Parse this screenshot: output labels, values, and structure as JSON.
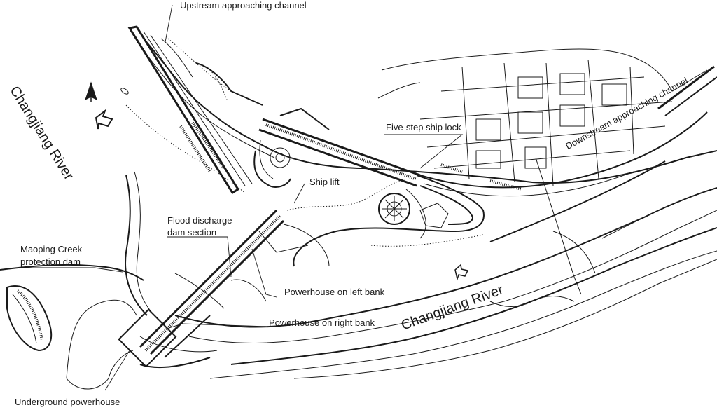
{
  "labels": {
    "upstream_channel": "Upstream approaching channel",
    "five_step_lock": "Five-step ship lock",
    "downstream_channel": "Downstream approaching channel",
    "ship_lift": "Ship lift",
    "flood_dam_line1": "Flood discharge",
    "flood_dam_line2": "dam section",
    "maoping_line1": "Maoping Creek",
    "maoping_line2": "protection dam",
    "powerhouse_left": "Powerhouse on left bank",
    "powerhouse_right": "Powerhouse on right bank",
    "underground_powerhouse": "Underground powerhouse"
  },
  "river_labels": {
    "upper": "Changjiang River",
    "lower": "Changjiang River"
  },
  "icons": [
    "north-arrow-icon",
    "flow-direction-arrow-icon"
  ]
}
